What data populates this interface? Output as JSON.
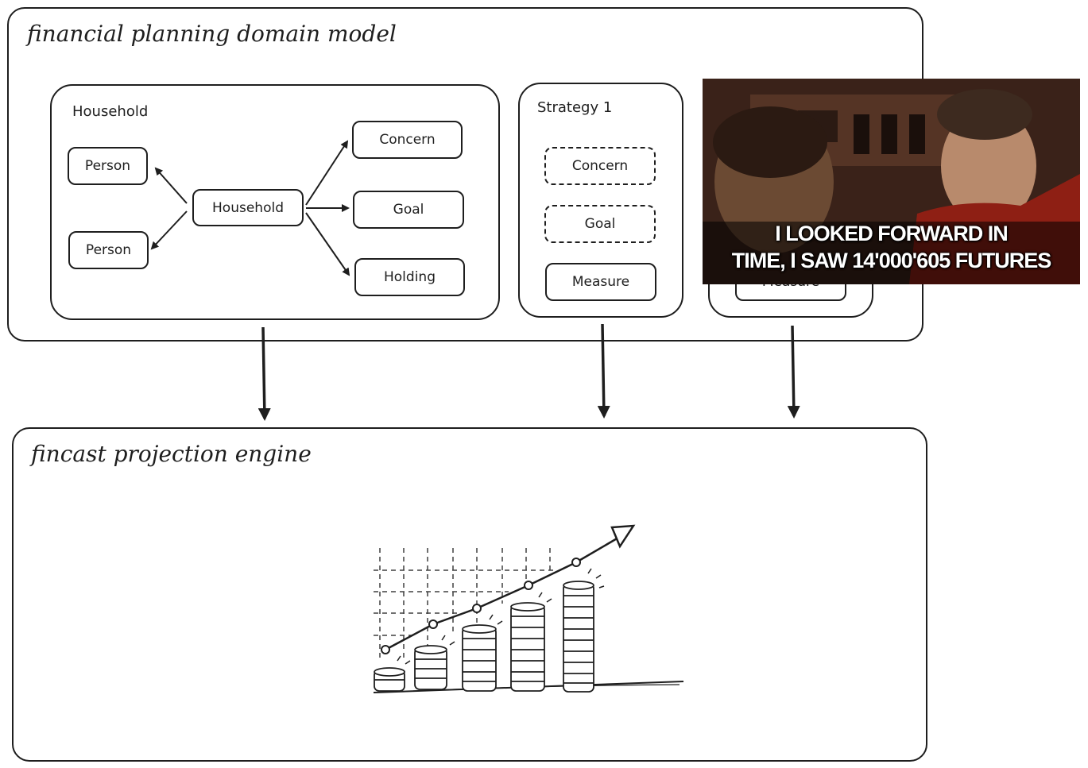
{
  "domain_model": {
    "title": "financial planning domain model",
    "household_group": {
      "label": "Household",
      "center_node": "Household",
      "person_nodes": [
        "Person",
        "Person"
      ],
      "right_nodes": [
        "Concern",
        "Goal",
        "Holding"
      ]
    },
    "strategy_group": {
      "label": "Strategy 1",
      "nodes": [
        "Concern",
        "Goal",
        "Measure"
      ]
    },
    "hidden_strategy_group": {
      "partial_node": "Measure"
    }
  },
  "meme": {
    "caption_line1": "I LOOKED FORWARD IN",
    "caption_line2": "TIME, I SAW 14'000'605 FUTURES"
  },
  "engine": {
    "title": "fincast projection engine",
    "illustration": "coin-stacks-growth-chart-icon"
  }
}
